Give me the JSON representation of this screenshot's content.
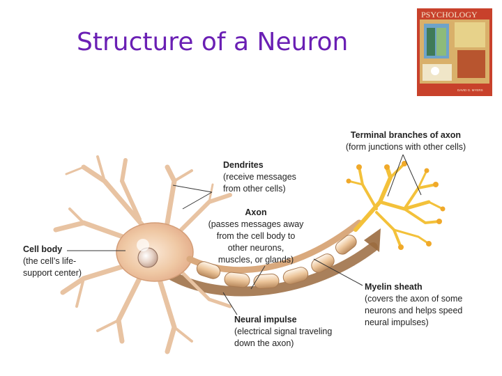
{
  "slide": {
    "title": "Structure of a Neuron"
  },
  "book_cover": {
    "title": "PSYCHOLOGY",
    "author": "DAVID G. MYERS"
  },
  "labels": {
    "terminal": {
      "title": "Terminal branches of axon",
      "desc": [
        "(form junctions with other cells)"
      ]
    },
    "dendrites": {
      "title": "Dendrites",
      "desc": [
        "(receive messages",
        "from other cells)"
      ]
    },
    "axon": {
      "title": "Axon",
      "desc": [
        "(passes messages away",
        "from the cell body to",
        "other neurons,",
        "muscles, or glands)"
      ]
    },
    "cell_body": {
      "title": "Cell body",
      "desc": [
        "(the cell’s life-",
        "support center)"
      ]
    },
    "myelin": {
      "title": "Myelin sheath",
      "desc": [
        "(covers the axon of some",
        "neurons and helps speed",
        "neural impulses)"
      ]
    },
    "impulse": {
      "title": "Neural impulse",
      "desc": [
        "(electrical signal traveling",
        "down the axon)"
      ]
    }
  },
  "colors": {
    "title": "#6a1fb4",
    "cell": "#f2d2b2",
    "terminal": "#f6c63c",
    "myelin": "#e9c79d",
    "arrow": "#9a6a3e"
  }
}
